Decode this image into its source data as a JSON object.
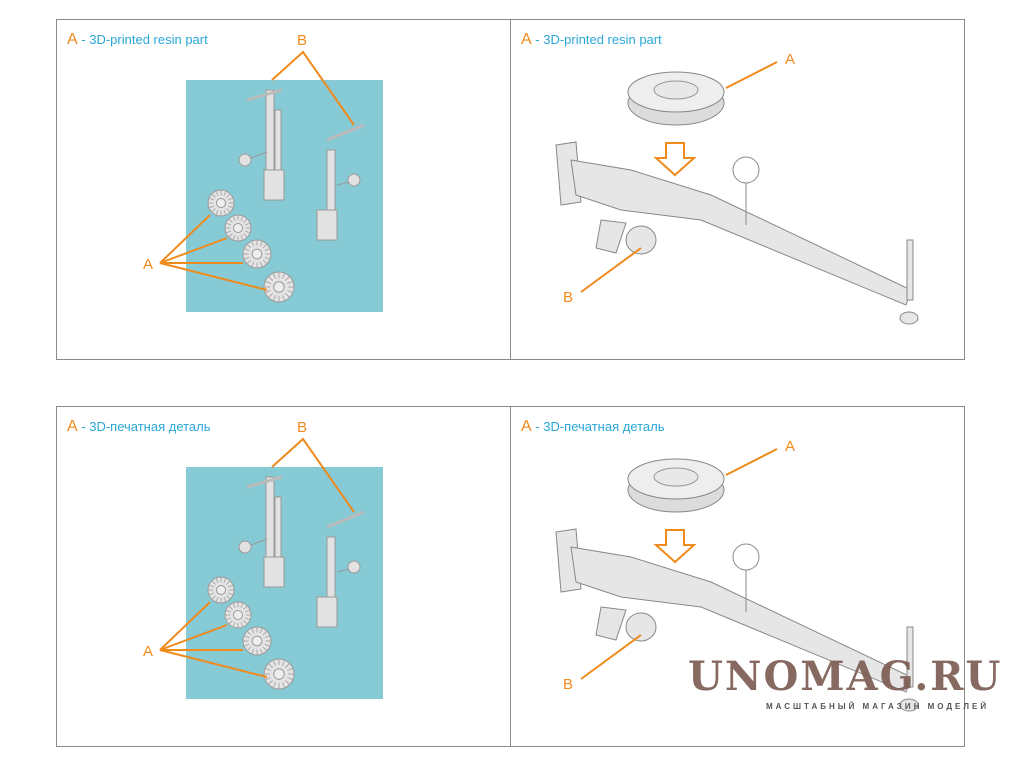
{
  "panels": [
    {
      "caption_key": "A",
      "caption_text": " - 3D-printed resin part",
      "labels": {
        "a": "A",
        "b": "B"
      }
    },
    {
      "caption_key": "A",
      "caption_text": " - 3D-printed resin part",
      "labels": {
        "a": "A",
        "b": "B"
      }
    },
    {
      "caption_key": "A",
      "caption_text": " - 3D-печатная деталь",
      "labels": {
        "a": "A",
        "b": "B"
      }
    },
    {
      "caption_key": "A",
      "caption_text": " - 3D-печатная деталь",
      "labels": {
        "a": "A",
        "b": "B"
      }
    }
  ],
  "watermark": {
    "title": "UNOMAG.RU",
    "subtitle": "МАСШТАБНЫЙ МАГАЗИН МОДЕЛЕЙ"
  },
  "colors": {
    "accent": "#f08a1c",
    "caption": "#2aa7d8",
    "backdrop": "#86cad5"
  }
}
